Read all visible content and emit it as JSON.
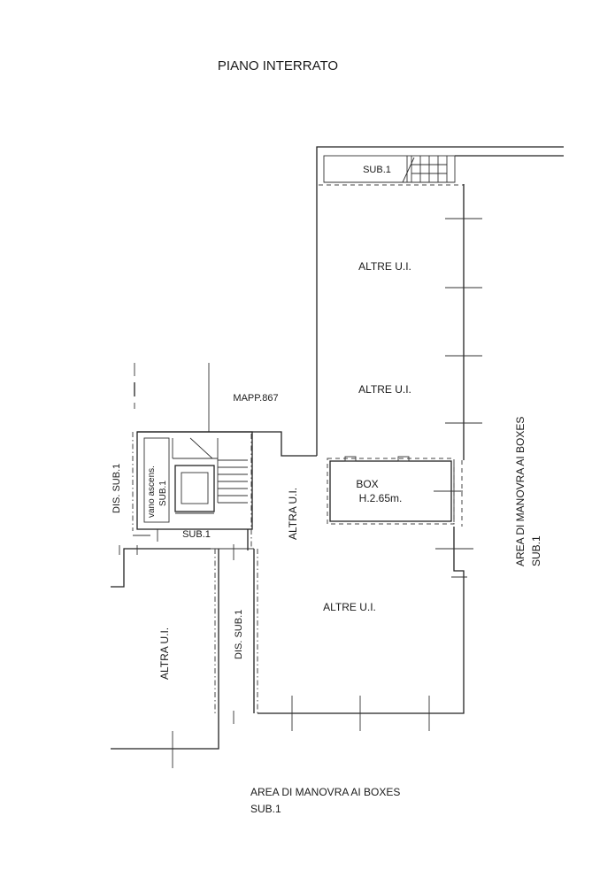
{
  "title": "PIANO  INTERRATO",
  "rooms": {
    "sub1_top": "SUB.1",
    "altre_ui_1": "ALTRE U.I.",
    "altre_ui_2": "ALTRE U.I.",
    "mapp": "MAPP.867",
    "dis_sub1_left": "DIS.  SUB.1",
    "vano_ascens": "vano ascens.",
    "vano_sub1": "SUB.1",
    "sub1_corridor": "SUB.1",
    "altra_ui_mid": "ALTRA U.I.",
    "box": "BOX",
    "box_height": "H.2.65m.",
    "area_manovra_right": "AREA DI MANOVRA AI BOXES",
    "area_manovra_right_sub": "SUB.1",
    "altre_ui_3": "ALTRE U.I.",
    "altra_ui_left": "ALTRA U.I.",
    "dis_sub1_mid": "DIS.  SUB.1"
  },
  "footer": {
    "area_manovra": "AREA DI MANOVRA AI BOXES",
    "sub": "SUB.1"
  }
}
